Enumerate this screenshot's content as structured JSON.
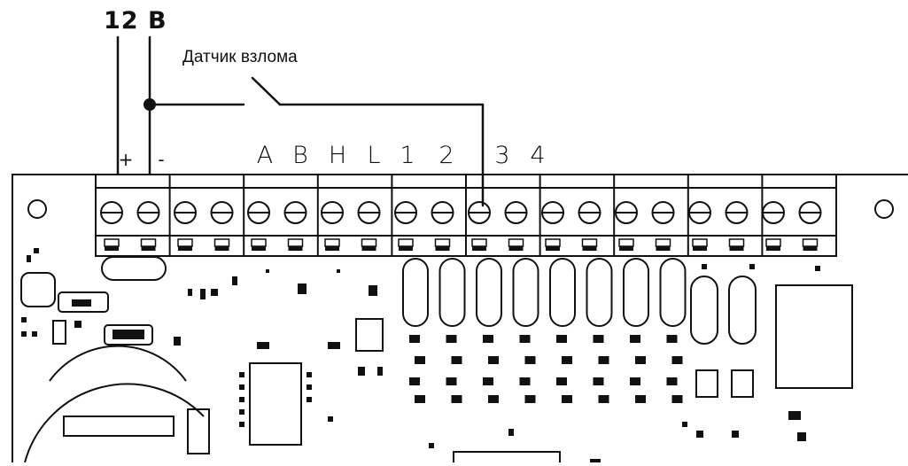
{
  "diagram": {
    "voltage_label": "12 В",
    "sensor_label": "Датчик взлома",
    "polarity": [
      "+",
      "-"
    ],
    "terminals": [
      "A",
      "B",
      "H",
      "L",
      "1",
      "2",
      "3",
      "4"
    ]
  },
  "colors": {
    "line": "#111111",
    "board": "#ffffff"
  }
}
